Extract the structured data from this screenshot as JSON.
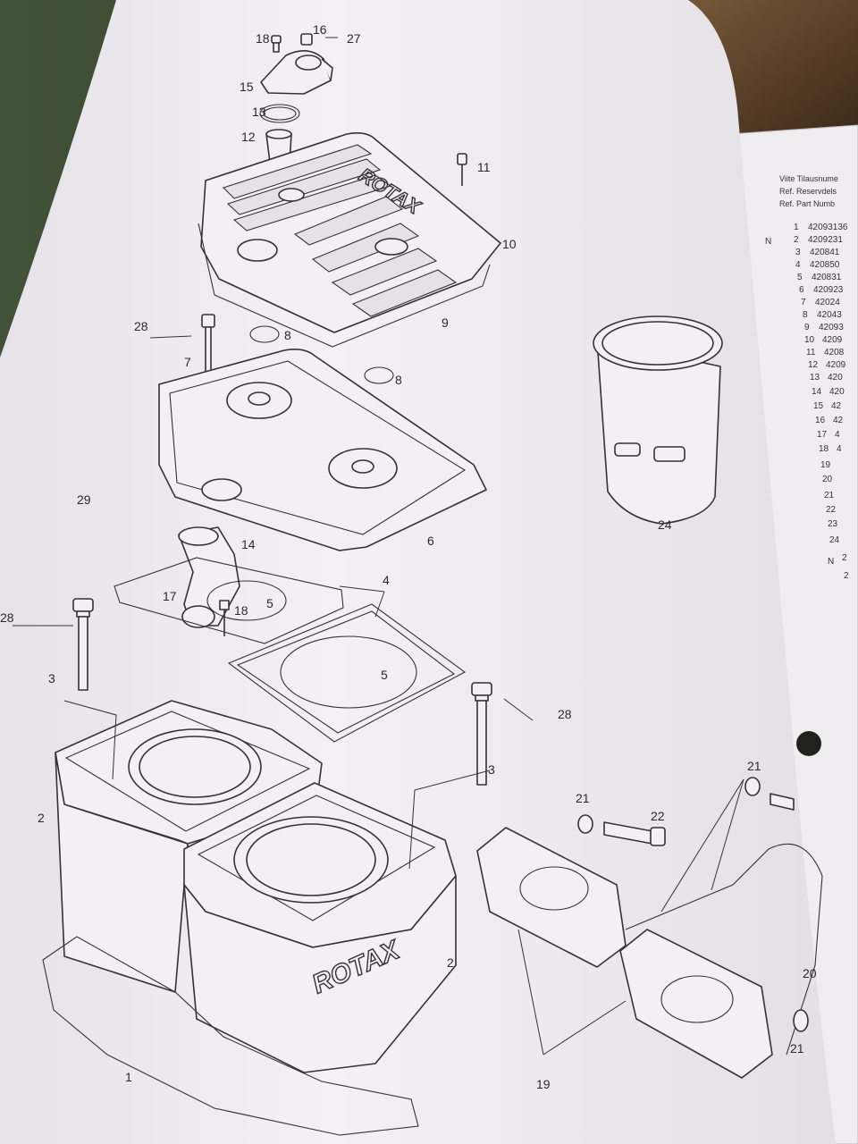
{
  "main_page": {
    "callouts": {
      "c1": "1",
      "c2a": "2",
      "c2b": "2",
      "c3a": "3",
      "c3b": "3",
      "c4": "4",
      "c5a": "5",
      "c5b": "5",
      "c6": "6",
      "c7": "7",
      "c8a": "8",
      "c8b": "8",
      "c9": "9",
      "c10": "10",
      "c11": "11",
      "c12": "12",
      "c13": "13",
      "c14": "14",
      "c15": "15",
      "c16": "16",
      "c17": "17",
      "c18a": "18",
      "c18b": "18",
      "c19": "19",
      "c20": "20",
      "c21a": "21",
      "c21b": "21",
      "c21c": "21",
      "c22": "22",
      "c24": "24",
      "c27": "27",
      "c28a": "28",
      "c28b": "28",
      "c28c": "28",
      "c29": "29"
    },
    "logo_text": "ROTAX"
  },
  "side_page": {
    "header_lines": [
      "Viite Tilausnume",
      "Ref. Reservdels",
      "Ref. Part Numb"
    ],
    "flag_a": "N",
    "flag_b": "N",
    "rows": [
      {
        "ref": "1",
        "part": "42093136"
      },
      {
        "ref": "2",
        "part": "4209231"
      },
      {
        "ref": "3",
        "part": "420841"
      },
      {
        "ref": "4",
        "part": "420850"
      },
      {
        "ref": "5",
        "part": "420831"
      },
      {
        "ref": "6",
        "part": "420923"
      },
      {
        "ref": "7",
        "part": "42024"
      },
      {
        "ref": "8",
        "part": "42043"
      },
      {
        "ref": "9",
        "part": "42093"
      },
      {
        "ref": "10",
        "part": "4209"
      },
      {
        "ref": "11",
        "part": "4208"
      },
      {
        "ref": "12",
        "part": "4209"
      },
      {
        "ref": "13",
        "part": "420"
      },
      {
        "ref": "14",
        "part": "420"
      },
      {
        "ref": "15",
        "part": "42"
      },
      {
        "ref": "16",
        "part": "42"
      },
      {
        "ref": "17",
        "part": "4"
      },
      {
        "ref": "18",
        "part": "4"
      },
      {
        "ref": "19",
        "part": ""
      },
      {
        "ref": "20",
        "part": ""
      },
      {
        "ref": "21",
        "part": ""
      },
      {
        "ref": "22",
        "part": ""
      },
      {
        "ref": "23",
        "part": ""
      },
      {
        "ref": "24",
        "part": ""
      },
      {
        "ref": "2",
        "part": ""
      },
      {
        "ref": "2",
        "part": ""
      }
    ]
  },
  "colors": {
    "page": "#f2f0f3",
    "line_art": "#333333",
    "background": "#3b4a34"
  }
}
